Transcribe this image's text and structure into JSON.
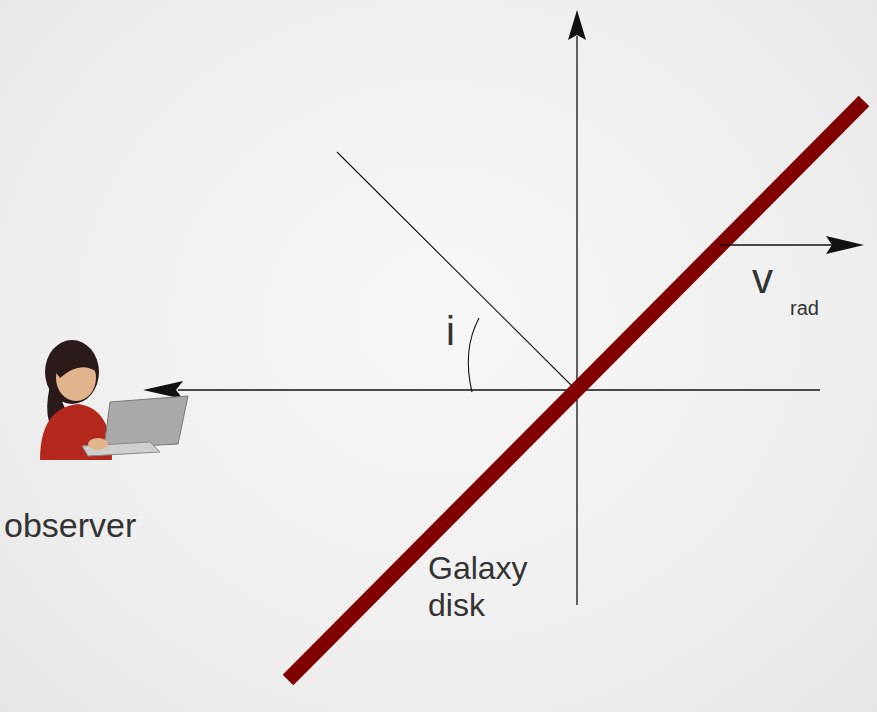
{
  "diagram": {
    "labels": [
      "i",
      "v",
      "rad",
      "observer",
      "Galaxy disk"
    ]
  }
}
